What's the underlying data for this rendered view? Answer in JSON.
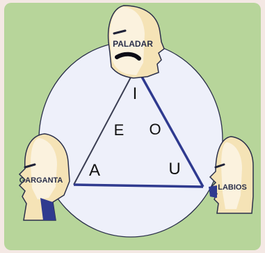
{
  "labels": {
    "top": "PALADAR",
    "left": "GARGANTA",
    "right": "LABIOS"
  },
  "vowels": {
    "i": "I",
    "e": "E",
    "o": "O",
    "a": "A",
    "u": "U"
  },
  "colors": {
    "background": "#b7d59a",
    "frame": "#f4e8e4",
    "ellipse": "#eef0fa",
    "triangle": "#2f3a8f",
    "head_skin": "#f5e3b6",
    "head_outline": "#2a2f4a"
  },
  "icons": [
    "head-profile-icon",
    "head-profile-icon",
    "head-profile-icon"
  ]
}
